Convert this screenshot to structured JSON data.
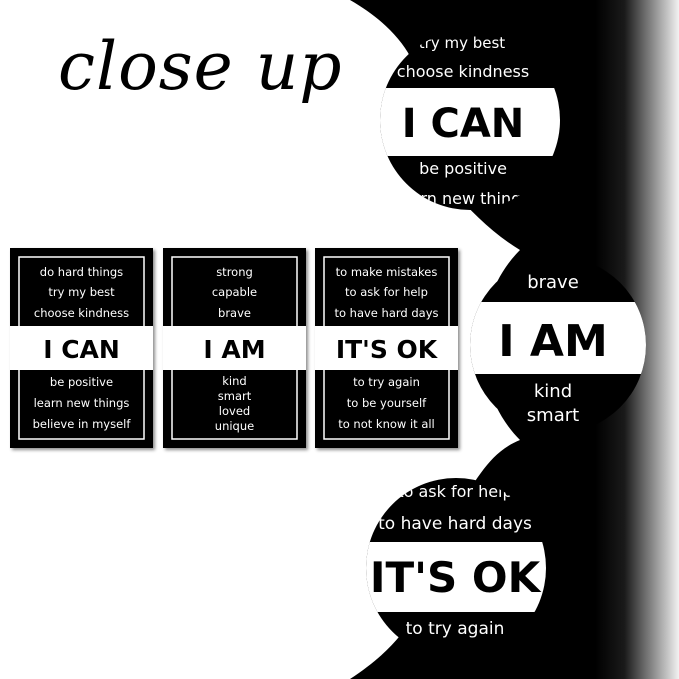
{
  "headline": "close up",
  "posters": [
    {
      "title": "I CAN",
      "top_lines": [
        "do hard things",
        "try my best",
        "choose kindness"
      ],
      "bottom_lines": [
        "be positive",
        "learn new things",
        "believe in myself"
      ]
    },
    {
      "title": "I AM",
      "top_lines": [
        "strong",
        "capable",
        "brave"
      ],
      "bottom_lines": [
        "kind",
        "smart",
        "loved",
        "unique"
      ]
    },
    {
      "title": "IT'S OK",
      "top_lines": [
        "to make mistakes",
        "to ask for help",
        "to have hard days"
      ],
      "bottom_lines": [
        "to try again",
        "to be yourself",
        "to not know it all"
      ]
    }
  ],
  "closeups": [
    {
      "title": "I CAN",
      "top_lines": [
        "try my best",
        "choose kindness"
      ],
      "bottom_lines": [
        "be positive",
        "learn new things"
      ]
    },
    {
      "title": "I AM",
      "top_lines": [
        "brave"
      ],
      "bottom_lines": [
        "kind",
        "smart"
      ]
    },
    {
      "title": "IT'S OK",
      "top_lines": [
        "to ask for help",
        "to have hard days"
      ],
      "bottom_lines": [
        "to try again"
      ]
    }
  ],
  "colors": {
    "background": "#ffffff",
    "panel": "#000000",
    "text": "#ffffff",
    "band": "#ffffff"
  }
}
